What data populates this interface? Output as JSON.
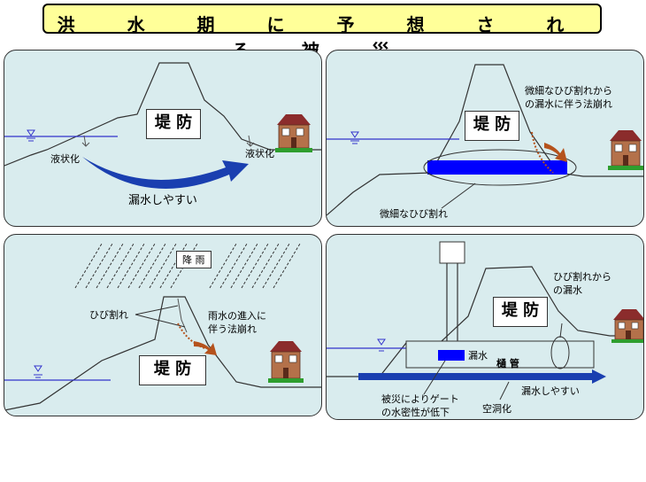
{
  "title": "洪 水 期 に 予 想 さ れ る 被 災",
  "panels": [
    {
      "levee_label": "堤 防",
      "labels": {
        "liquefaction_left": "液状化",
        "liquefaction_right": "液状化",
        "leak_prone": "漏水しやすい"
      }
    },
    {
      "levee_label": "堤 防",
      "labels": {
        "crack_leak_collapse": "微細なひび割れから\nの漏水に伴う法崩れ",
        "fine_cracks": "微細なひび割れ"
      }
    },
    {
      "levee_label": "堤 防",
      "labels": {
        "rain": "降 雨",
        "cracks": "ひび割れ",
        "rain_intrusion_collapse": "雨水の進入に\n伴う法崩れ"
      }
    },
    {
      "levee_label": "堤 防",
      "labels": {
        "crack_leak": "ひび割れから\nの漏水",
        "leakage": "漏水",
        "sluice": "樋 管",
        "gate": "被災によりゲート\nの水密性が低下",
        "cavity": "空洞化",
        "leak_prone": "漏水しやすい"
      }
    }
  ],
  "colors": {
    "panel_bg": "#d9ecee",
    "title_bg": "#ffff99",
    "water_line": "#3333cc",
    "leak_blue": "#0000ff",
    "collapse_arrow": "#b5521c"
  }
}
